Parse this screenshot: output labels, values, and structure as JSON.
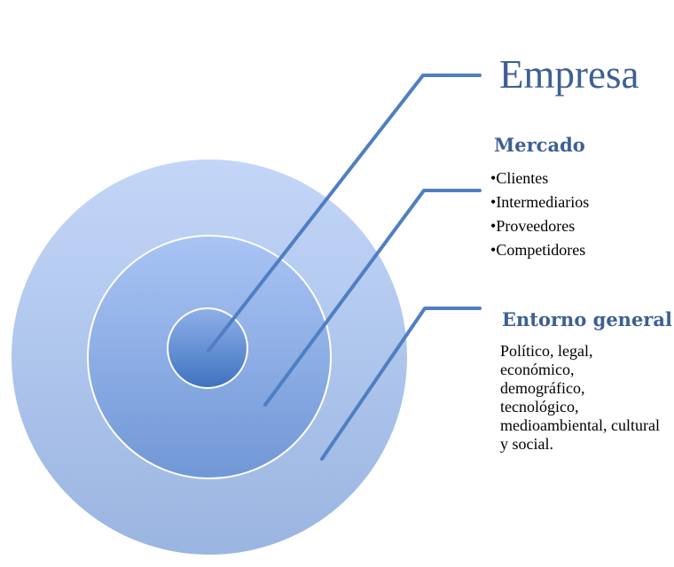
{
  "diagram": {
    "title": "Empresa",
    "mercado": {
      "heading": "Mercado",
      "items": [
        "Clientes",
        "Intermediarios",
        "Proveedores",
        "Competidores"
      ]
    },
    "entorno": {
      "heading": "Entorno general",
      "description": "Político, legal, económico, demográfico, tecnológico, medioambiental, cultural y social."
    }
  },
  "colors": {
    "outer_circle": "#a9c1ea",
    "middle_circle": "#90b0e6",
    "inner_circle": "#4f81c9",
    "connector_line": "#4f7fc2",
    "heading_text": "#3d5f94"
  }
}
